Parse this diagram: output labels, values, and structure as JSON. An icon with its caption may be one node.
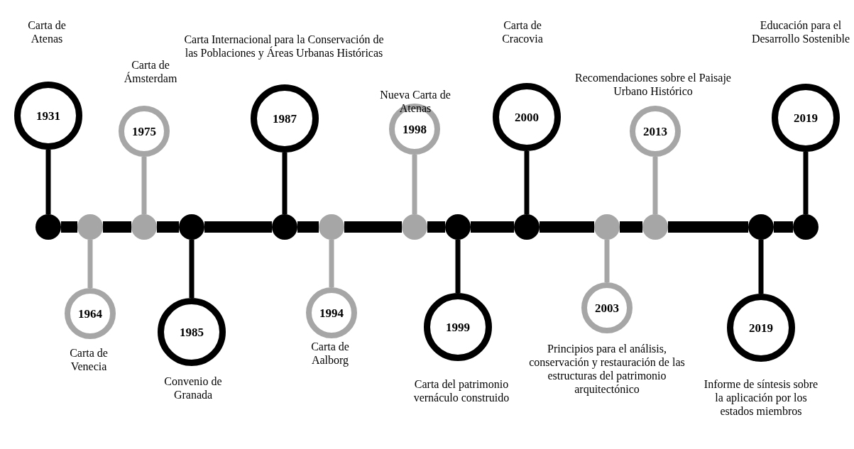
{
  "diagram": {
    "nodes": [
      {
        "text": [],
        "shape": "circle"
      },
      {
        "text": [
          "1931"
        ],
        "beside": [
          "Carta de Atenas"
        ]
      },
      {
        "text": [],
        "shape": "circle"
      },
      {
        "text": [
          "1964"
        ],
        "beside": [
          "Carta de Venecia"
        ]
      },
      {
        "text": [],
        "shape": "circle"
      },
      {
        "text": [
          "1975"
        ],
        "beside": [
          "Carta de Ámsterdam"
        ]
      },
      {
        "text": [],
        "shape": "circle"
      },
      {
        "text": [
          "1985"
        ],
        "beside": [
          "Convenio de Granada"
        ]
      },
      {
        "text": [],
        "shape": "circle"
      },
      {
        "text": [
          "1987"
        ],
        "beside": [
          "Carta Internacional para la Conservación de las Poblaciones y Áreas Urbanas Históricas"
        ]
      },
      {
        "text": [],
        "shape": "circle"
      },
      {
        "text": [
          "1994"
        ],
        "beside": [
          "Carta de Aalborg"
        ]
      },
      {
        "text": [],
        "shape": "circle"
      },
      {
        "text": [
          "1998"
        ],
        "beside": [
          "Nueva Carta de Atenas"
        ]
      },
      {
        "text": [],
        "shape": "circle"
      },
      {
        "text": [
          "1999"
        ],
        "beside": [
          "Carta del patrimonio vernáculo construido"
        ]
      },
      {
        "text": [],
        "shape": "circle"
      },
      {
        "text": [
          "2000"
        ],
        "beside": [
          "Carta de Cracovia"
        ]
      },
      {
        "text": [],
        "shape": "circle"
      },
      {
        "text": [
          "2003"
        ],
        "beside": [
          "Principios para el análisis, conservación y restauración de las estructuras del patrimonio arquitectónico"
        ]
      },
      {
        "text": [],
        "shape": "circle"
      },
      {
        "text": [
          "2013"
        ],
        "beside": [
          "Recomendaciones sobre el Paisaje Urbano Histórico"
        ]
      },
      {
        "text": [],
        "shape": "circle"
      },
      {
        "text": [
          "2019"
        ],
        "beside": [
          "Informe de síntesis sobre la aplicación por los estados miembros"
        ]
      },
      {
        "text": [],
        "shape": "circle"
      },
      {
        "text": [
          "2019"
        ],
        "beside": [
          "Educación para el Desarrollo Sostenible"
        ]
      }
    ],
    "edges": [
      {
        "from": 0,
        "to": 1,
        "arrow": "none"
      },
      {
        "from": 2,
        "to": 3,
        "arrow": "none",
        "color": "#a6a6a6"
      },
      {
        "from": 4,
        "to": 5,
        "arrow": "none",
        "color": "#a6a6a6"
      },
      {
        "from": 6,
        "to": 7,
        "arrow": "none"
      },
      {
        "from": 8,
        "to": 9,
        "arrow": "none"
      },
      {
        "from": 10,
        "to": 11,
        "arrow": "none",
        "color": "#a6a6a6"
      },
      {
        "from": 12,
        "to": 13,
        "arrow": "none",
        "color": "#a6a6a6"
      },
      {
        "from": 14,
        "to": 15,
        "arrow": "none"
      },
      {
        "from": 16,
        "to": 17,
        "arrow": "none"
      },
      {
        "from": 18,
        "to": 19,
        "arrow": "none",
        "color": "#a6a6a6"
      },
      {
        "from": 20,
        "to": 21,
        "arrow": "none",
        "color": "#a6a6a6"
      },
      {
        "from": 22,
        "to": 23,
        "arrow": "none"
      },
      {
        "from": 24,
        "to": 25,
        "arrow": "none"
      },
      {
        "from": 0,
        "to": 2,
        "arrow": "none",
        "style": "thick"
      },
      {
        "from": 2,
        "to": 4,
        "arrow": "none",
        "style": "thick"
      },
      {
        "from": 4,
        "to": 6,
        "arrow": "none",
        "style": "thick"
      },
      {
        "from": 6,
        "to": 8,
        "arrow": "none",
        "style": "thick"
      },
      {
        "from": 8,
        "to": 10,
        "arrow": "none",
        "style": "thick"
      },
      {
        "from": 10,
        "to": 12,
        "arrow": "none",
        "style": "thick"
      },
      {
        "from": 12,
        "to": 14,
        "arrow": "none",
        "style": "thick"
      },
      {
        "from": 14,
        "to": 16,
        "arrow": "none",
        "style": "thick"
      },
      {
        "from": 16,
        "to": 18,
        "arrow": "none",
        "style": "thick"
      },
      {
        "from": 18,
        "to": 20,
        "arrow": "none",
        "style": "thick"
      },
      {
        "from": 20,
        "to": 22,
        "arrow": "none",
        "style": "thick"
      },
      {
        "from": 22,
        "to": 24,
        "arrow": "none",
        "style": "thick"
      }
    ]
  }
}
